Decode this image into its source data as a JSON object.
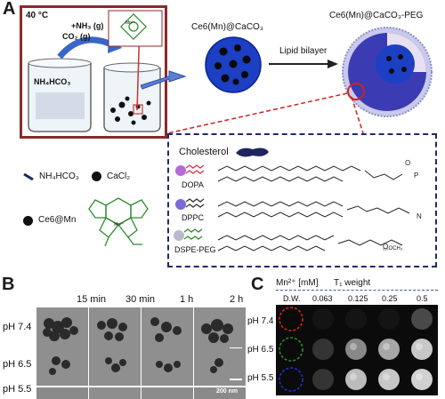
{
  "panelA": {
    "letter": "A",
    "synthesis": {
      "temperature": "40 °C",
      "gas_co2": "CO₂ (g)",
      "gas_nh3": "+NH₃ (g)",
      "beaker_label": "NH₄HCO₃",
      "metal_label": "Mn²⁺"
    },
    "nanoparticle_title": "Ce6(Mn)@CaCO₃",
    "coated_title": "Ce6(Mn)@CaCO₃-PEG",
    "arrow_label": "Lipid bilayer",
    "legend": {
      "nh4hco3": "NH₄HCO₃",
      "cacl2": "CaCl₂",
      "ce6mn": "Ce6@Mn"
    },
    "lipids": {
      "cholesterol": "Cholesterol",
      "dopa": "DOPA",
      "dppc": "DPPC",
      "dspe_peg": "DSPE-PEG"
    },
    "chem_labels": {
      "mn": "Mn²⁺",
      "peg_end": "₁₁₀OCH₃"
    }
  },
  "panelB": {
    "letter": "B",
    "columns": [
      "15 min",
      "30 min",
      "1 h",
      "2 h"
    ],
    "rows": [
      "pH 7.4",
      "pH 6.5",
      "pH 5.5"
    ],
    "scale_bar": "200 nm"
  },
  "panelC": {
    "letter": "C",
    "header": "Mn²⁺ [mM]",
    "subheader": "T₁ weight",
    "columns": [
      "D.W.",
      "0.063",
      "0.125",
      "0.25",
      "0.5"
    ],
    "rows": [
      "pH 7.4",
      "pH 6.5",
      "pH 5.5"
    ],
    "circle_colors": [
      "#e0201a",
      "#2e8a2e",
      "#2030d0"
    ],
    "t1_intensity": [
      [
        0.0,
        0.0,
        0.0,
        0.0,
        0.25
      ],
      [
        0.0,
        0.15,
        0.55,
        0.7,
        0.85
      ],
      [
        0.0,
        0.15,
        0.8,
        0.85,
        0.9
      ]
    ]
  },
  "colors": {
    "frame": "#8b2a2a",
    "dash_box": "#1f2a6a",
    "arrow": "#3a66c7",
    "particle": "#1c3fc4",
    "green_ring": "#6aa83a"
  }
}
